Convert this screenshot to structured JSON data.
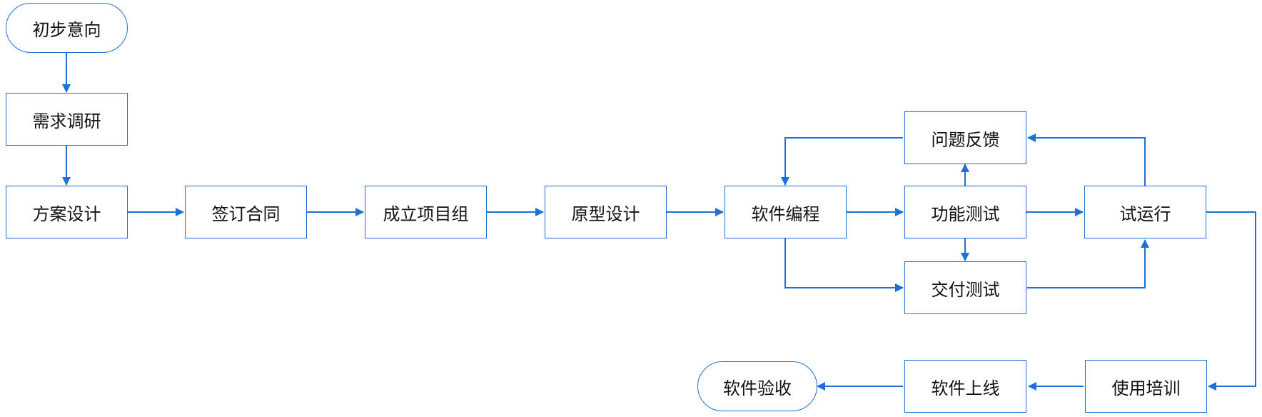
{
  "diagram": {
    "stroke_color": "#1f6fd6",
    "nodes": {
      "start": {
        "label": "初步意向"
      },
      "research": {
        "label": "需求调研"
      },
      "design": {
        "label": "方案设计"
      },
      "contract": {
        "label": "签订合同"
      },
      "team": {
        "label": "成立项目组"
      },
      "prototype": {
        "label": "原型设计"
      },
      "coding": {
        "label": "软件编程"
      },
      "feedback": {
        "label": "问题反馈"
      },
      "function_test": {
        "label": "功能测试"
      },
      "delivery_test": {
        "label": "交付测试"
      },
      "trial": {
        "label": "试运行"
      },
      "training": {
        "label": "使用培训"
      },
      "launch": {
        "label": "软件上线"
      },
      "acceptance": {
        "label": "软件验收"
      }
    }
  }
}
